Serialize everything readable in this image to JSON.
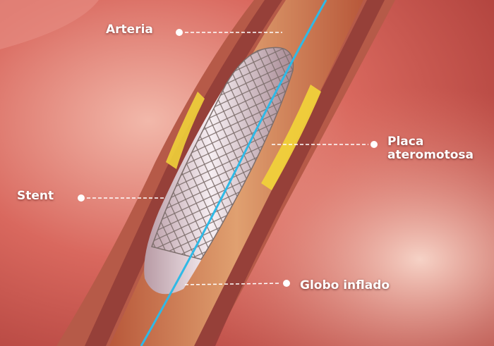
{
  "labels": {
    "arteria": "Arteria",
    "placa_line1": "Placa",
    "placa_line2": "ateromotosa",
    "stent": "Stent",
    "globo": "Globo inflado"
  },
  "colors": {
    "tissue": "#c9504a",
    "tissue_light": "#f0b3a4",
    "artery_wall": "#c46a52",
    "artery_lumen": "#d98a54",
    "plaque": "#f0d13a",
    "stent_mesh": "#8a7a78",
    "balloon": "#e9d2d8",
    "guidewire": "#2fb9e6",
    "leader_line": "#ffffff"
  }
}
